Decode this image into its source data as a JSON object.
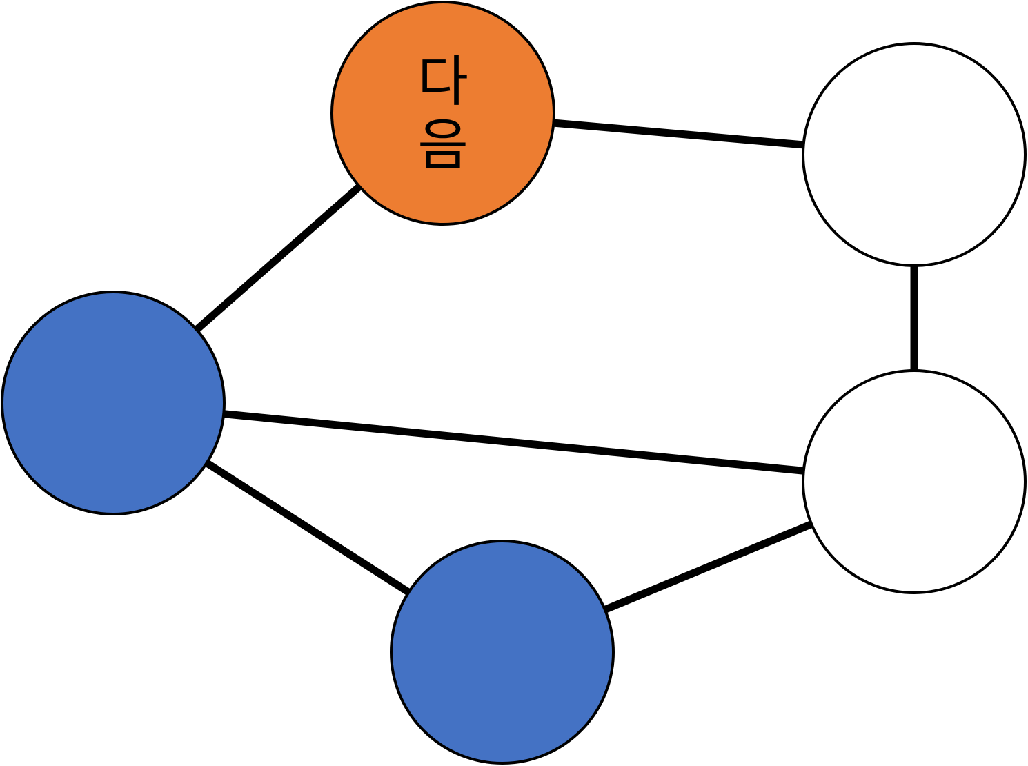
{
  "diagram": {
    "type": "graph",
    "nodes": [
      {
        "id": "top",
        "label_lines": [
          "다",
          "음"
        ],
        "color": "#ED7D31",
        "state": "next"
      },
      {
        "id": "left",
        "label_lines": [],
        "color": "#4472C4",
        "state": "visited"
      },
      {
        "id": "bottom",
        "label_lines": [],
        "color": "#4472C4",
        "state": "visited"
      },
      {
        "id": "upper-right",
        "label_lines": [],
        "color": "#FFFFFF",
        "state": "unvisited"
      },
      {
        "id": "lower-right",
        "label_lines": [],
        "color": "#FFFFFF",
        "state": "unvisited"
      }
    ],
    "edges": [
      {
        "from": "top",
        "to": "upper-right"
      },
      {
        "from": "top",
        "to": "left"
      },
      {
        "from": "upper-right",
        "to": "lower-right"
      },
      {
        "from": "left",
        "to": "lower-right"
      },
      {
        "from": "left",
        "to": "bottom"
      },
      {
        "from": "bottom",
        "to": "lower-right"
      }
    ],
    "colors": {
      "next": "#ED7D31",
      "visited": "#4472C4",
      "unvisited": "#FFFFFF",
      "edge": "#000000"
    }
  }
}
